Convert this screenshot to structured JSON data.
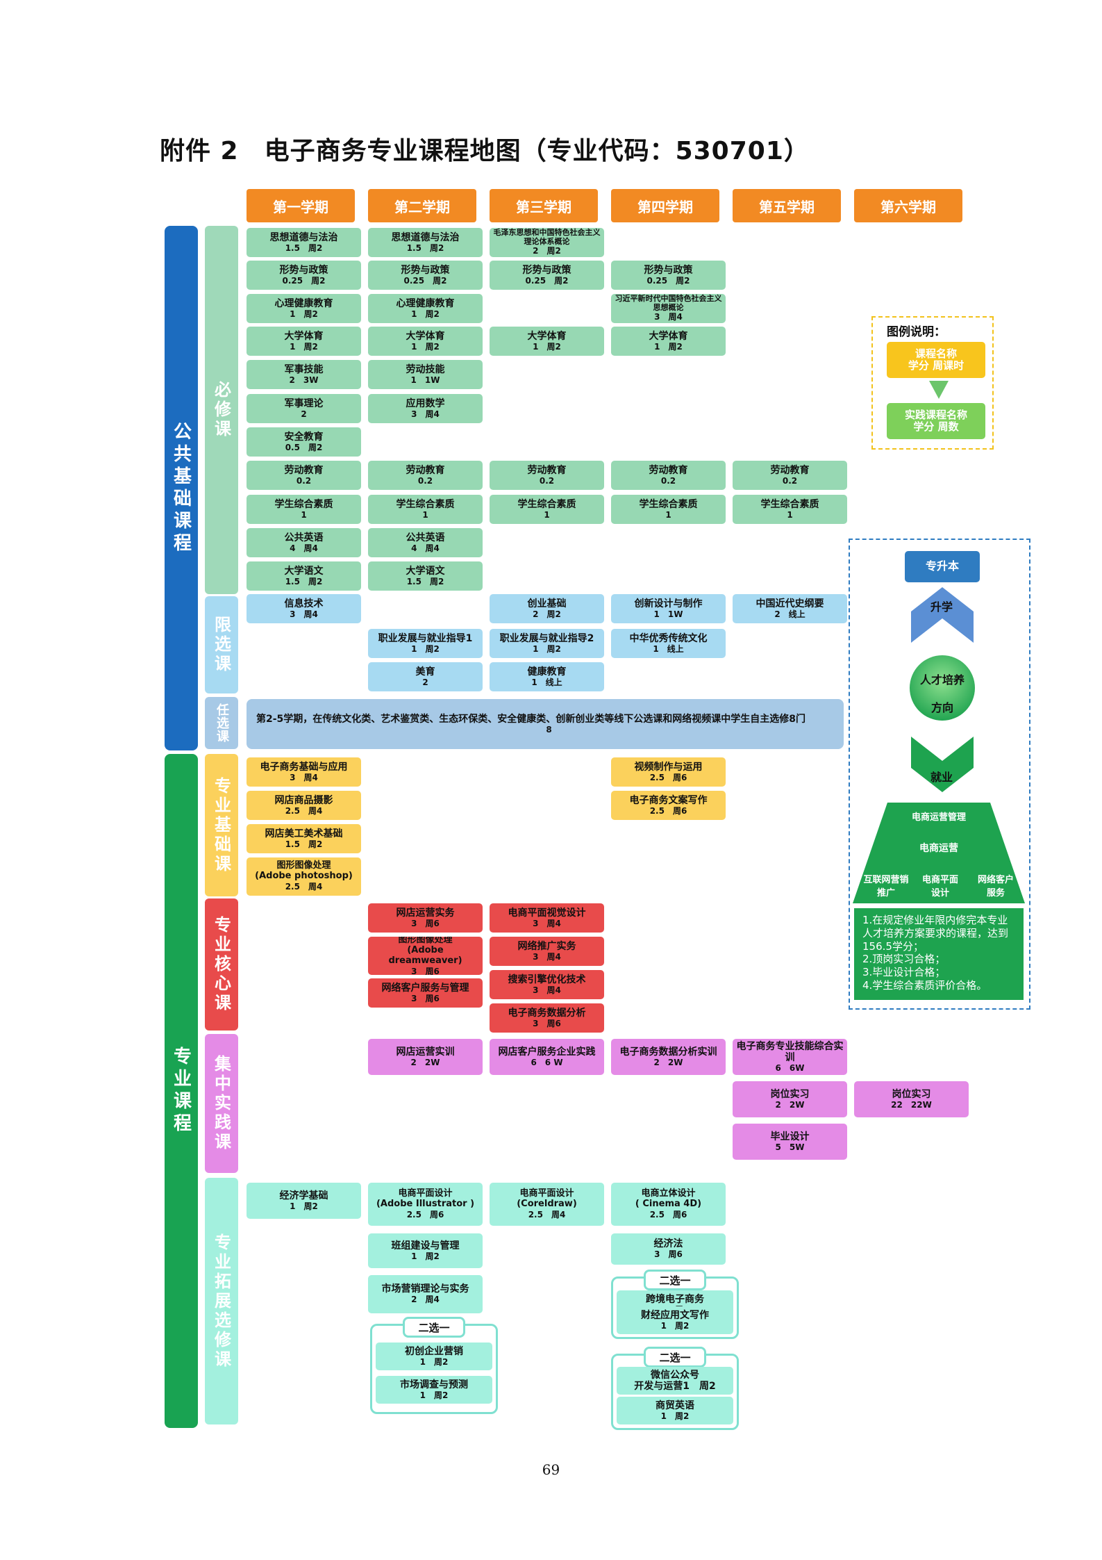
{
  "title": "附件 2　电子商务专业课程地图（专业代码：530701）",
  "page_number": "69",
  "semesters": [
    "第一学期",
    "第二学期",
    "第三学期",
    "第四学期",
    "第五学期",
    "第六学期"
  ],
  "bands": {
    "public": "公共基础课程",
    "major": "专业课程"
  },
  "subbands": {
    "required": "必修课",
    "limited": "限选课",
    "optional": "任选课",
    "major_basic": "专业基础课",
    "major_core": "专业核心课",
    "practice": "集中实践课",
    "extension": "专业拓展选修课"
  },
  "courses": {
    "r1c1": {
      "name": "思想道德与法治",
      "meta": "1.5　周2"
    },
    "r1c2": {
      "name": "思想道德与法治",
      "meta": "1.5　周2"
    },
    "r1c3": {
      "name": "毛泽东思想和中国特色社会主义理论体系概论",
      "meta": "2　周2"
    },
    "r2c1": {
      "name": "形势与政策",
      "meta": "0.25　周2"
    },
    "r2c2": {
      "name": "形势与政策",
      "meta": "0.25　周2"
    },
    "r2c3": {
      "name": "形势与政策",
      "meta": "0.25　周2"
    },
    "r2c4": {
      "name": "形势与政策",
      "meta": "0.25　周2"
    },
    "r3c1": {
      "name": "心理健康教育",
      "meta": "1　周2"
    },
    "r3c2": {
      "name": "心理健康教育",
      "meta": "1　周2"
    },
    "r3c4": {
      "name": "习近平新时代中国特色社会主义思想概论",
      "meta": "3　周4"
    },
    "r4c1": {
      "name": "大学体育",
      "meta": "1　周2"
    },
    "r4c2": {
      "name": "大学体育",
      "meta": "1　周2"
    },
    "r4c3": {
      "name": "大学体育",
      "meta": "1　周2"
    },
    "r4c4": {
      "name": "大学体育",
      "meta": "1　周2"
    },
    "r5c1": {
      "name": "军事技能",
      "meta": "2　3W"
    },
    "r5c2": {
      "name": "劳动技能",
      "meta": "1　1W"
    },
    "r6c1": {
      "name": "军事理论",
      "meta": "2"
    },
    "r6c2": {
      "name": "应用数学",
      "meta": "3　周4"
    },
    "r7c1": {
      "name": "安全教育",
      "meta": "0.5　周2"
    },
    "r8c1": {
      "name": "劳动教育",
      "meta": "0.2"
    },
    "r8c2": {
      "name": "劳动教育",
      "meta": "0.2"
    },
    "r8c3": {
      "name": "劳动教育",
      "meta": "0.2"
    },
    "r8c4": {
      "name": "劳动教育",
      "meta": "0.2"
    },
    "r8c5": {
      "name": "劳动教育",
      "meta": "0.2"
    },
    "r9c1": {
      "name": "学生综合素质",
      "meta": "1"
    },
    "r9c2": {
      "name": "学生综合素质",
      "meta": "1"
    },
    "r9c3": {
      "name": "学生综合素质",
      "meta": "1"
    },
    "r9c4": {
      "name": "学生综合素质",
      "meta": "1"
    },
    "r9c5": {
      "name": "学生综合素质",
      "meta": "1"
    },
    "r10c1": {
      "name": "公共英语",
      "meta": "4　周4"
    },
    "r10c2": {
      "name": "公共英语",
      "meta": "4　周4"
    },
    "r11c1": {
      "name": "大学语文",
      "meta": "1.5　周2"
    },
    "r11c2": {
      "name": "大学语文",
      "meta": "1.5　周2"
    },
    "l1c1": {
      "name": "信息技术",
      "meta": "3　周4"
    },
    "l1c3": {
      "name": "创业基础",
      "meta": "2　周2"
    },
    "l1c4": {
      "name": "创新设计与制作",
      "meta": "1　1W"
    },
    "l1c5": {
      "name": "中国近代史纲要",
      "meta": "2　线上"
    },
    "l2c2": {
      "name": "职业发展与就业指导1",
      "meta": "1　周2"
    },
    "l2c3": {
      "name": "职业发展与就业指导2",
      "meta": "1　周2"
    },
    "l2c4": {
      "name": "中华优秀传统文化",
      "meta": "1　线上"
    },
    "l3c2": {
      "name": "美育",
      "meta": "2"
    },
    "l3c3": {
      "name": "健康教育",
      "meta": "1　线上"
    },
    "opt": {
      "name": "第2-5学期，在传统文化类、艺术鉴赏类、生态环保类、安全健康类、创新创业类等线下公选课和网络视频课中学生自主选修8门",
      "meta": "8"
    },
    "b1c1": {
      "name": "电子商务基础与应用",
      "meta": "3　周4"
    },
    "b1c4": {
      "name": "视频制作与运用",
      "meta": "2.5　周6"
    },
    "b2c1": {
      "name": "网店商品摄影",
      "meta": "2.5　周4"
    },
    "b2c4": {
      "name": "电子商务文案写作",
      "meta": "2.5　周6"
    },
    "b3c1": {
      "name": "网店美工美术基础",
      "meta": "1.5　周2"
    },
    "b4c1": {
      "name": "图形图像处理\n(Adobe photoshop)",
      "meta": "2.5　周4"
    },
    "k1c2": {
      "name": "网店运营实务",
      "meta": "3　周6"
    },
    "k1c3": {
      "name": "电商平面视觉设计",
      "meta": "3　周4"
    },
    "k2c2": {
      "name": "图形图像处理\n(Adobe dreamweaver)",
      "meta": "3　周6"
    },
    "k2c3": {
      "name": "网络推广实务",
      "meta": "3　周4"
    },
    "k3c2": {
      "name": "网络客户服务与管理",
      "meta": "3　周6"
    },
    "k3c3": {
      "name": "搜索引擎优化技术",
      "meta": "3　周4"
    },
    "k4c3": {
      "name": "电子商务数据分析",
      "meta": "3　周6"
    },
    "p1c2": {
      "name": "网店运营实训",
      "meta": "2　2W"
    },
    "p1c3": {
      "name": "网店客户服务企业实践",
      "meta": "6　6 W"
    },
    "p1c4": {
      "name": "电子商务数据分析实训",
      "meta": "2　2W"
    },
    "p1c5": {
      "name": "电子商务专业技能综合实训",
      "meta": "6　6W"
    },
    "p2c5": {
      "name": "岗位实习",
      "meta": "2　2W"
    },
    "p2c6": {
      "name": "岗位实习",
      "meta": "22　22W"
    },
    "p3c5": {
      "name": "毕业设计",
      "meta": "5　5W"
    },
    "e1c1": {
      "name": "经济学基础",
      "meta": "1　周2"
    },
    "e1c2": {
      "name": "电商平面设计\n(Adobe Illustrator )",
      "meta": "2.5　周6"
    },
    "e1c3": {
      "name": "电商平面设计\n(Coreldraw)",
      "meta": "2.5　周4"
    },
    "e1c4": {
      "name": "电商立体设计\n( Cinema 4D)",
      "meta": "2.5　周6"
    },
    "e2c2": {
      "name": "班组建设与管理",
      "meta": "1　周2"
    },
    "e2c4": {
      "name": "经济法",
      "meta": "3　周6"
    },
    "e3c2": {
      "name": "市场营销理论与实务",
      "meta": "2　周4"
    },
    "g1a": {
      "name": "初创企业营销",
      "meta": "1　周2"
    },
    "g1b": {
      "name": "市场调查与预测",
      "meta": "1　周2"
    },
    "g2a": {
      "name": "跨境电子商务",
      "meta": "1　周2"
    },
    "g2b": {
      "name": "财经应用文写作",
      "meta": "1　周2"
    },
    "g3a": {
      "name": "微信公众号\n开发与运营1　周2",
      "meta": ""
    },
    "g3b": {
      "name": "商贸英语",
      "meta": "1　周2"
    }
  },
  "choose_one": "二选一",
  "legend": {
    "title": "图例说明：",
    "course": "课程名称\n学分 周课时",
    "practice": "实践课程名称\n学分 周数"
  },
  "path": {
    "upgrade_box": "专升本",
    "upgrade_arrow": "升学",
    "circle_top": "人才培养",
    "circle_bottom": "方向",
    "employ_arrow": "就业",
    "trap_top": "电商运营管理",
    "trap_mid": "电商运营",
    "trap_left": "互联网营销\n推广",
    "trap_center": "电商平面\n设计",
    "trap_right": "网络客户\n服务"
  },
  "requirements": [
    "1.在规定修业年限内修完本专业人才培养方案要求的课程，达到156.5学分；",
    "2.顶岗实习合格；",
    "3.毕业设计合格；",
    "4.学生综合素质评价合格。"
  ],
  "colors": {
    "semester": "#f28a23",
    "required": "#97d8b3",
    "limited": "#a7daf2",
    "optional": "#a7c9e6",
    "major_basic": "#fbd15c",
    "major_core": "#e84b4b",
    "practice": "#e48be6",
    "extension": "#a3f0de",
    "band_public": "#1c6cbf",
    "band_major": "#19a352"
  }
}
